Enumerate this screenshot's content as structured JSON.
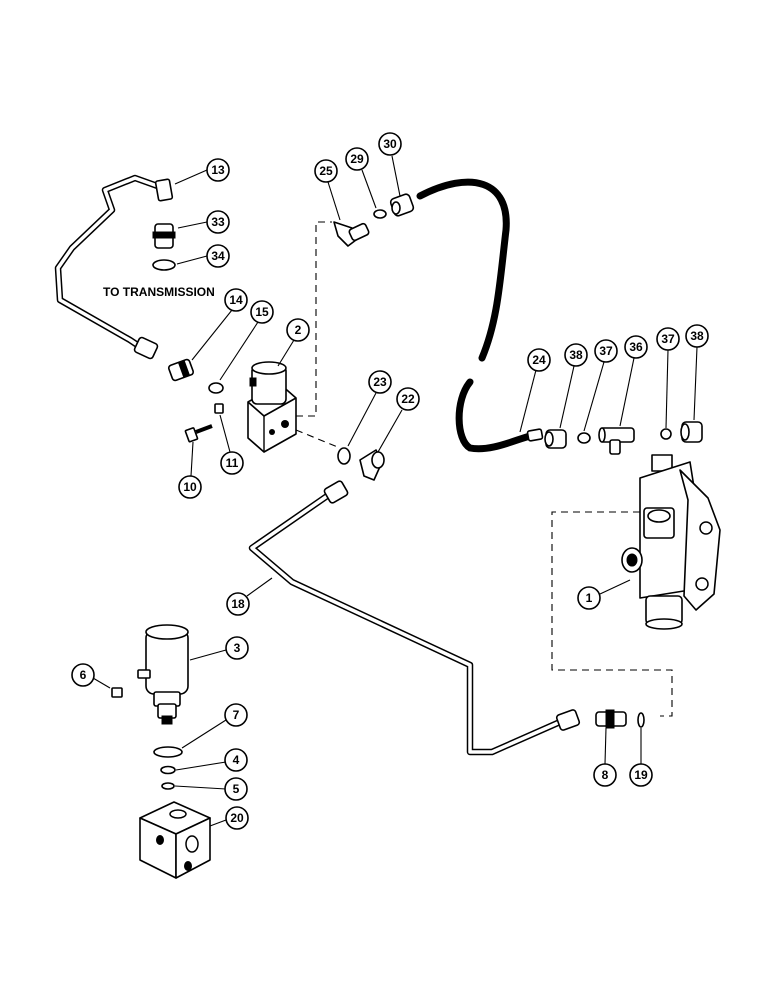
{
  "diagram": {
    "annotation": "TO TRANSMISSION",
    "callouts": [
      "13",
      "33",
      "34",
      "14",
      "15",
      "2",
      "10",
      "11",
      "25",
      "29",
      "30",
      "23",
      "22",
      "24",
      "38",
      "37",
      "36",
      "37",
      "38",
      "1",
      "18",
      "3",
      "6",
      "7",
      "4",
      "5",
      "8",
      "19",
      "20"
    ]
  }
}
